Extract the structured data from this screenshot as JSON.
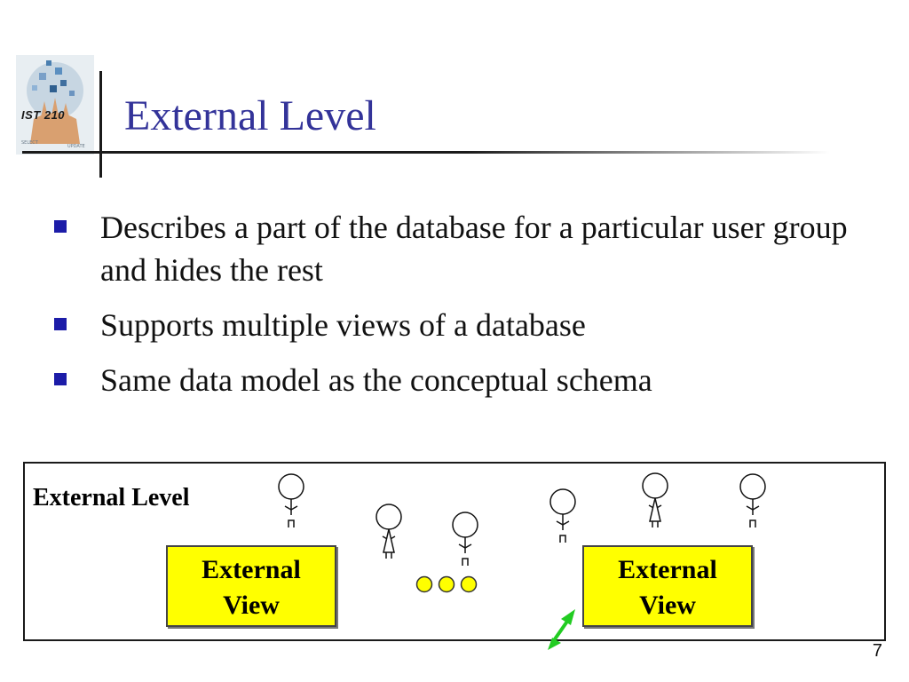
{
  "slide": {
    "logo_text": "IST 210",
    "title": "External Level",
    "bullets": [
      "Describes a part of the database for a particular user group and hides the rest",
      "Supports multiple views of a database",
      "Same data model as the conceptual schema"
    ],
    "page_number": "7"
  },
  "diagram": {
    "level_label": "External Level",
    "views": [
      {
        "line1": "External",
        "line2": "View"
      },
      {
        "line1": "External",
        "line2": "View"
      }
    ]
  },
  "colors": {
    "title": "#333399",
    "bullet": "#1c1ca8",
    "view_fill": "#ffff00",
    "arrow": "#22cc22"
  }
}
